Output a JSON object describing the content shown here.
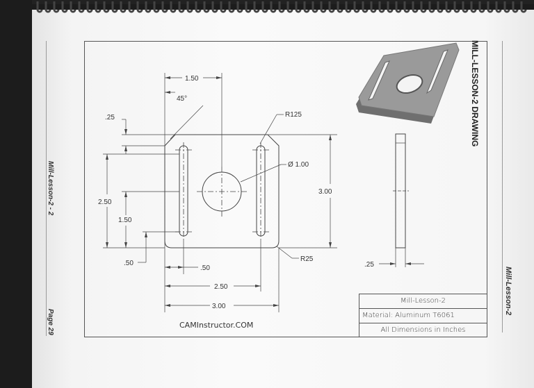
{
  "document": {
    "side_title": "MILL-LESSON-2 DRAWING",
    "left_footer_label": "Mill-Lesson-2 - 2",
    "left_page_label": "Page 29",
    "right_header_label": "Mill-Lesson-2",
    "brand": "CAMInstructor.COM"
  },
  "dimensions": {
    "top_width": "1.50",
    "chamfer_angle": "45°",
    "chamfer_size": ".25",
    "slot_radius": "R125",
    "hole_diameter": "Ø 1.00",
    "height": "3.00",
    "slot_span": "2.50",
    "slot_lower": "1.50",
    "bottom_offset": ".50",
    "corner_radius": "R25",
    "slot_x_offset": ".50",
    "slot_x_span": "2.50",
    "overall_width": "3.00",
    "thickness": ".25"
  },
  "title_block": {
    "part_name": "Mill-Lesson-2",
    "material": "Material: Aluminum T6061",
    "units_note": "All Dimensions in Inches"
  }
}
